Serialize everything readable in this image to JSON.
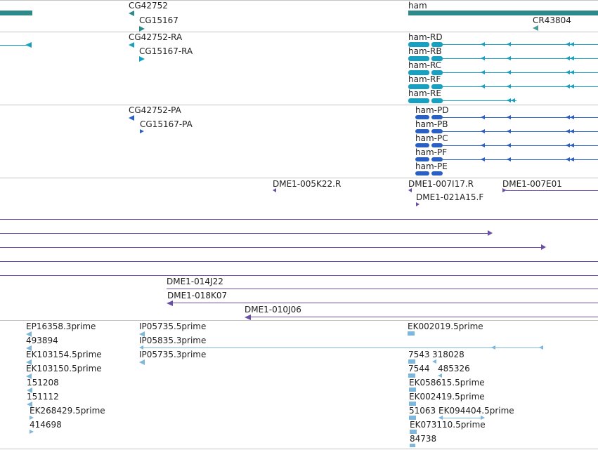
{
  "colors": {
    "gene": "#2e8a8a",
    "ncrna": "#4a9a9a",
    "transcript": "#17a0c0",
    "protein": "#2a5fc4",
    "clone": "#6a4fa8",
    "est": "#7fb6db",
    "separator": "#c4c4c4",
    "text": "#1f1f1f"
  },
  "tracks": {
    "genes": {
      "labels": [
        "CG42752",
        "CG15167",
        "ham",
        "CR43804"
      ]
    },
    "transcripts": {
      "labels": [
        "CG42752-RA",
        "CG15167-RA",
        "ham-RD",
        "ham-RB",
        "ham-RC",
        "ham-RF",
        "ham-RE"
      ]
    },
    "proteins": {
      "labels": [
        "CG42752-PA",
        "CG15167-PA",
        "ham-PD",
        "ham-PB",
        "ham-PC",
        "ham-PF",
        "ham-PE"
      ]
    },
    "clones": {
      "labels": [
        "DME1-005K22.R",
        "DME1-007I17.R",
        "DME1-007E01",
        "DME1-021A15.F",
        "DME1-014J22",
        "DME1-018K07",
        "DME1-010J06"
      ]
    },
    "ests": {
      "labels": [
        "EP16358.3prime",
        "493894",
        "EK103154.5prime",
        "EK103150.5prime",
        "151208",
        "151112",
        "EK268429.5prime",
        "414698",
        "IP05735.5prime",
        "IP05835.3prime",
        "IP05735.3prime",
        "EK002019.5prime",
        "7543",
        "318028",
        "7544",
        "485326",
        "EK058615.5prime",
        "EK002419.5prime",
        "51063",
        "EK094404.5prime",
        "EK073110.5prime",
        "84738"
      ]
    }
  }
}
